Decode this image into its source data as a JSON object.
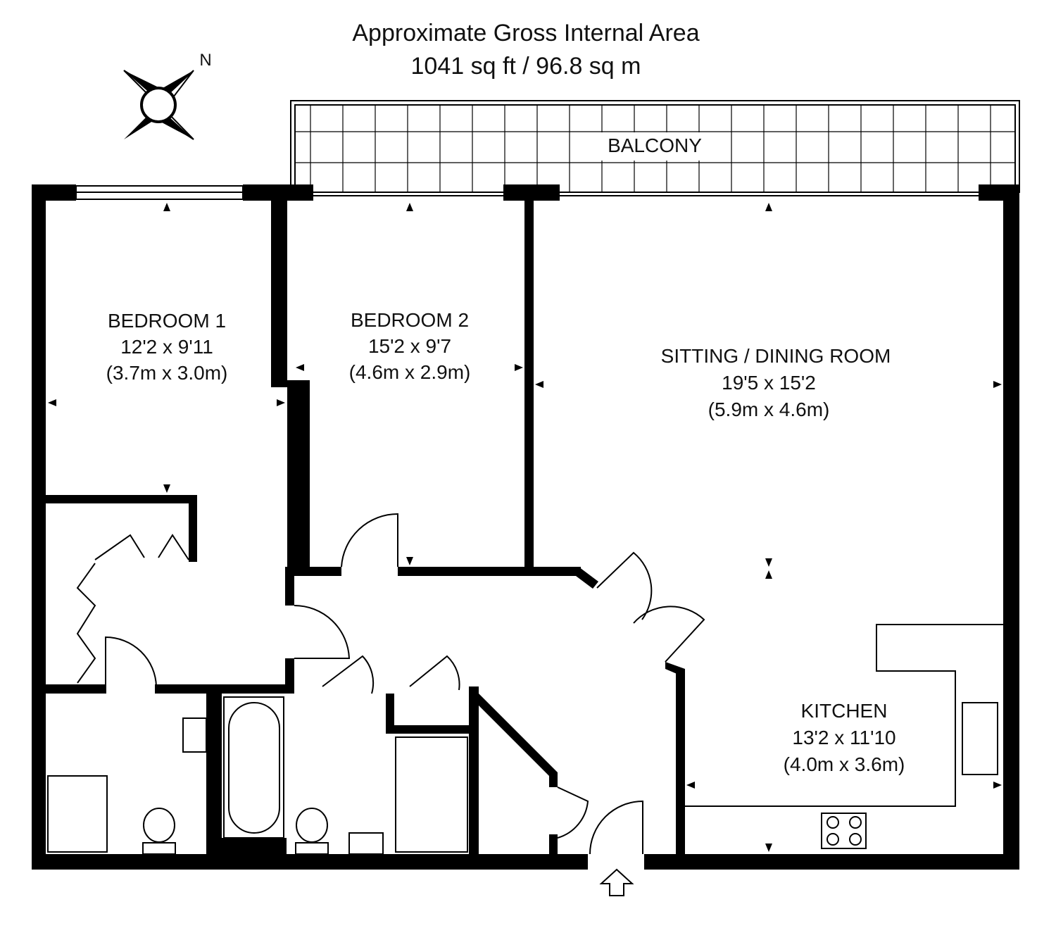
{
  "header": {
    "title": "Approximate Gross Internal Area",
    "area": "1041 sq ft / 96.8 sq m"
  },
  "compass": {
    "label": "N",
    "icon": "north-compass-icon"
  },
  "rooms": {
    "balcony": {
      "name": "BALCONY"
    },
    "bedroom1": {
      "name": "BEDROOM 1",
      "imperial": "12'2 x 9'11",
      "metric": "(3.7m x 3.0m)"
    },
    "bedroom2": {
      "name": "BEDROOM 2",
      "imperial": "15'2 x 9'7",
      "metric": "(4.6m x 2.9m)"
    },
    "sitting": {
      "name": "SITTING / DINING ROOM",
      "imperial": "19'5 x 15'2",
      "metric": "(5.9m x 4.6m)"
    },
    "kitchen": {
      "name": "KITCHEN",
      "imperial": "13'2 x 11'10",
      "metric": "(4.0m x 3.6m)"
    }
  },
  "entrance": {
    "icon": "entrance-arrow-icon"
  }
}
